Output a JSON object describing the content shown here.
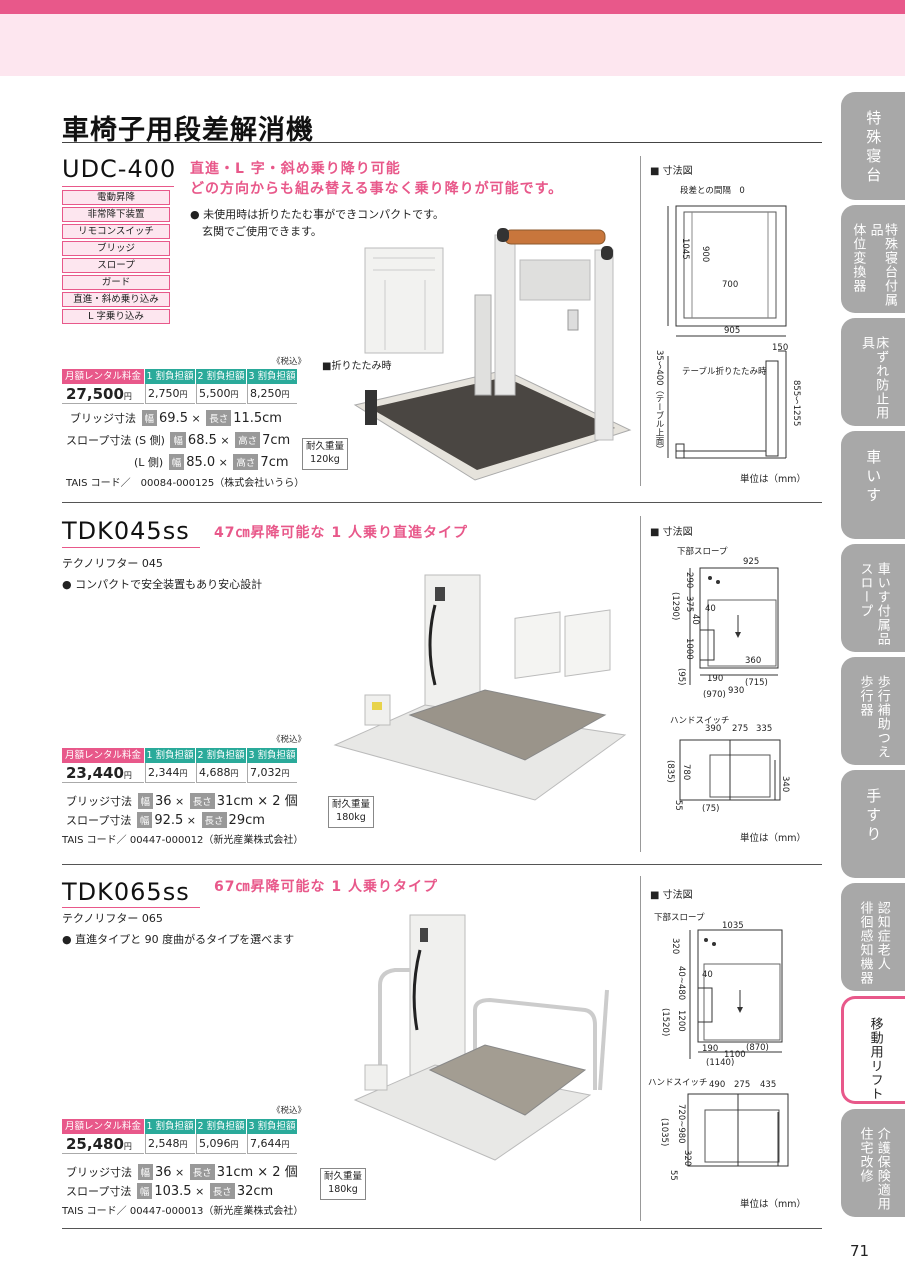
{
  "page": {
    "title": "車椅子用段差解消機",
    "page_number": "71"
  },
  "tabs": [
    {
      "lines": [
        "特",
        "殊",
        "寝",
        "台"
      ]
    },
    {
      "lines": [
        "特殊寝台付属品",
        "体位変換器"
      ]
    },
    {
      "lines": [
        "床ずれ防止用具"
      ]
    },
    {
      "lines": [
        "車",
        "い",
        "す"
      ]
    },
    {
      "lines": [
        "車いす付属品",
        "スロープ"
      ]
    },
    {
      "lines": [
        "歩行補助つえ",
        "歩行器"
      ]
    },
    {
      "lines": [
        "手",
        "す",
        "り"
      ]
    },
    {
      "lines": [
        "認知症老人",
        "徘徊感知機器"
      ]
    },
    {
      "lines": [
        "移動用リフト"
      ],
      "active": true
    },
    {
      "lines": [
        "介護保険適用",
        "住宅改修"
      ]
    }
  ],
  "common": {
    "price_headers": [
      "月額レンタル料金",
      "1 割負担額",
      "2 割負担額",
      "3 割負担額"
    ],
    "tax_note": "《税込》",
    "dimension_title": "■ 寸法図",
    "unit_note": "単位は（mm）",
    "yen": "円",
    "width_chip": "幅",
    "length_chip": "長さ",
    "height_chip": "高さ",
    "load_label": "耐久重量"
  },
  "products": [
    {
      "model": "UDC-400",
      "headline": [
        "直進・L 字・斜め乗り降り可能",
        "どの方向からも組み替える事なく乗り降りが可能です。"
      ],
      "features": [
        "電動昇降",
        "非常降下装置",
        "リモコンスイッチ",
        "ブリッジ",
        "スロープ",
        "ガード",
        "直進・斜め乗り込み",
        "L 字乗り込み"
      ],
      "bullets": [
        "● 未使用時は折りたたむ事ができコンパクトです。",
        "玄関でご使用できます。"
      ],
      "folded_label": "■折りたたみ時",
      "price": {
        "monthly": "27,500",
        "p1": "2,750",
        "p2": "5,500",
        "p3": "8,250"
      },
      "specs": [
        {
          "label": "ブリッジ寸法",
          "w": "69.5",
          "l": "11.5cm"
        },
        {
          "label": "スロープ寸法 (S 側)",
          "w": "68.5",
          "h": "7cm"
        },
        {
          "label": "(L 側)",
          "w": "85.0",
          "h": "7cm"
        }
      ],
      "load": "120kg",
      "tais": "TAIS コード／　00084-000125（株式会社いうら）",
      "dims": {
        "top": "段差との間隔　0",
        "w_outer": "905",
        "w_inner": "700",
        "d_outer": "1045",
        "d_inner": "900",
        "fold_w": "150",
        "fold_label": "テーブル折りたたみ時",
        "h_lift": "35～400（テーブル上面）",
        "h_total": "855～1255"
      }
    },
    {
      "model": "TDK045ss",
      "headline": [
        "47㎝昇降可能な 1 人乗り直進タイプ"
      ],
      "subname": "テクノリフター 045",
      "bullets": [
        "● コンパクトで安全装置もあり安心設計"
      ],
      "price": {
        "monthly": "23,440",
        "p1": "2,344",
        "p2": "4,688",
        "p3": "7,032"
      },
      "specs": [
        {
          "label": "ブリッジ寸法",
          "w": "36",
          "l": "31cm × 2 個"
        },
        {
          "label": "スロープ寸法",
          "w": "92.5",
          "l": "29cm"
        }
      ],
      "load": "180kg",
      "tais": "TAIS コード／ 00447-000012（新光産業株式会社）",
      "dims": {
        "slope": "下部スロープ",
        "w": "925",
        "d1": "290",
        "d2": "375",
        "d3": "40",
        "d4": "40",
        "d5": "1000",
        "d6": "(1290)",
        "d7": "(95)",
        "w2": "360",
        "w3": "190",
        "w4": "(715)",
        "w5": "930",
        "w6": "(970)",
        "switch": "ハンドスイッチ",
        "s1": "390",
        "s2": "275",
        "s3": "335",
        "h1": "(835)",
        "h2": "780",
        "h3": "55",
        "h4": "(75)",
        "h5": "340"
      }
    },
    {
      "model": "TDK065ss",
      "headline": [
        "67㎝昇降可能な 1 人乗りタイプ"
      ],
      "subname": "テクノリフター 065",
      "bullets": [
        "● 直進タイプと 90 度曲がるタイプを選べます"
      ],
      "price": {
        "monthly": "25,480",
        "p1": "2,548",
        "p2": "5,096",
        "p3": "7,644"
      },
      "specs": [
        {
          "label": "ブリッジ寸法",
          "w": "36",
          "l": "31cm × 2 個"
        },
        {
          "label": "スロープ寸法",
          "w": "103.5",
          "l": "32cm"
        }
      ],
      "load": "180kg",
      "tais": "TAIS コード／ 00447-000013（新光産業株式会社）",
      "dims": {
        "slope": "下部スロープ",
        "w": "1035",
        "d1": "320",
        "d2": "40~480",
        "d3": "40",
        "d4": "1200",
        "d5": "(1520)",
        "w2": "190",
        "w3": "1100",
        "w4": "(870)",
        "w5": "(1140)",
        "switch": "ハンドスイッチ",
        "s1": "490",
        "s2": "275",
        "s3": "435",
        "h1": "(1035)",
        "h2": "720~980",
        "h3": "320",
        "h4": "55"
      }
    }
  ]
}
